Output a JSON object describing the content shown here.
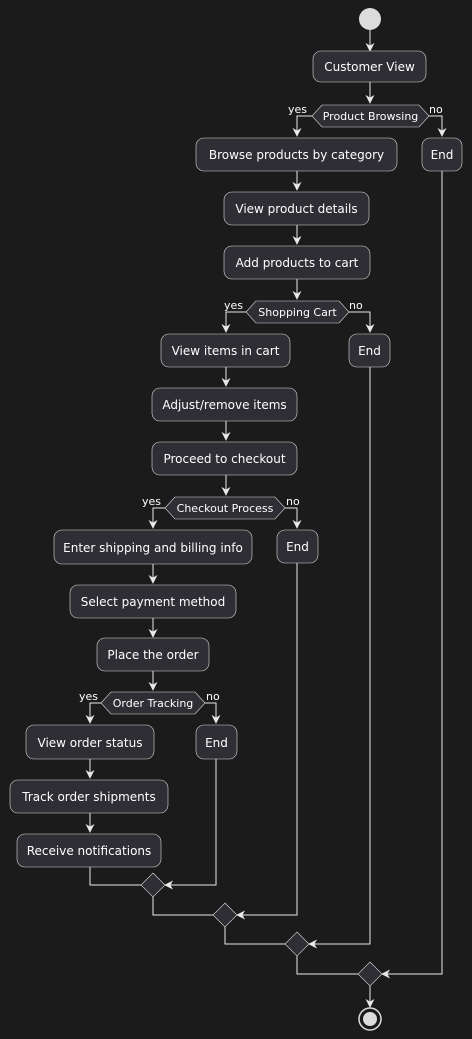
{
  "nodes": {
    "customer_view": "Customer View",
    "browse": "Browse products by category",
    "details": "View product details",
    "add_cart": "Add products to cart",
    "view_cart": "View items in cart",
    "adjust": "Adjust/remove items",
    "checkout": "Proceed to checkout",
    "shipping": "Enter shipping and billing info",
    "payment": "Select payment method",
    "place": "Place the order",
    "order_status": "View order status",
    "track": "Track order shipments",
    "notify": "Receive notifications",
    "end1": "End",
    "end2": "End",
    "end3": "End",
    "end4": "End"
  },
  "conditions": {
    "browsing": "Product Browsing",
    "cart": "Shopping Cart",
    "checkout": "Checkout Process",
    "tracking": "Order Tracking"
  },
  "branches": {
    "yes": "yes",
    "no": "no"
  },
  "colors": {
    "background": "#1b1b1b",
    "node_fill": "#2e2e34",
    "line": "#e8e8e8",
    "start_fill": "#dcdcdc"
  }
}
